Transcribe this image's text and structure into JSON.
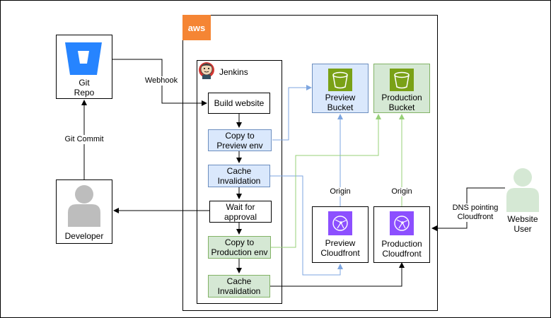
{
  "aws_badge": "aws",
  "jenkins": {
    "title": "Jenkins"
  },
  "git_repo": {
    "label": "Git\nRepo"
  },
  "developer": {
    "label": "Developer"
  },
  "website_user": {
    "label": "Website\nUser"
  },
  "steps": {
    "build": "Build website",
    "copy_preview": "Copy to\nPreview env",
    "cache_preview": "Cache\nInvalidation",
    "wait": "Wait for\napproval",
    "copy_prod": "Copy to\nProduction env",
    "cache_prod": "Cache\nInvalidation"
  },
  "buckets": {
    "preview": "Preview\nBucket",
    "production": "Production\nBucket"
  },
  "cloudfronts": {
    "preview": "Preview\nCloudfront",
    "production": "Production\nCloudfront"
  },
  "edge_labels": {
    "webhook": "Webhook",
    "git_commit": "Git Commit",
    "origin_preview": "Origin",
    "origin_production": "Origin",
    "dns": "DNS pointing\nCloudfront"
  },
  "colors": {
    "blue_fill": "#dae8fc",
    "blue_stroke": "#6c8ebf",
    "green_fill": "#d5e8d4",
    "green_stroke": "#82b366",
    "aws_orange": "#f58534",
    "s3_green": "#7aa116",
    "cloudfront_purple": "#8c4fff",
    "person_fill": "#d5e8d4"
  }
}
